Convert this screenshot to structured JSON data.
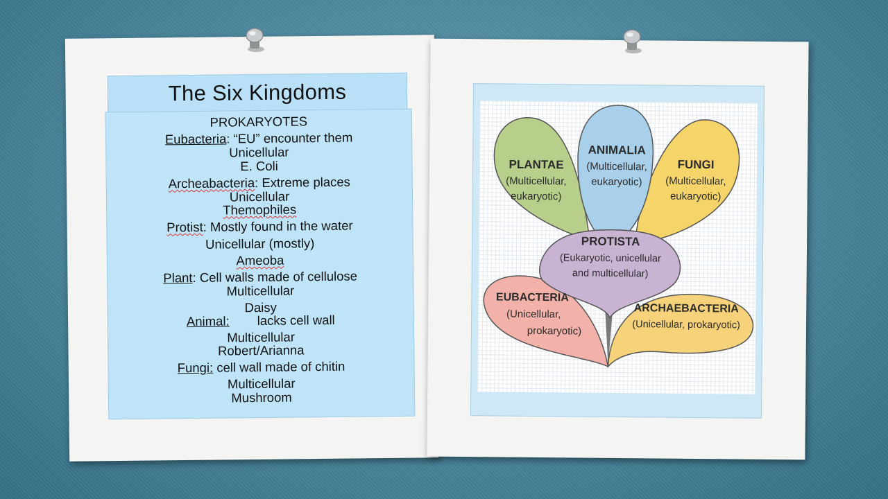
{
  "title": "The Six Kingdoms",
  "lines": [
    {
      "t": "PROKARYOTES"
    },
    {
      "k": "Eubacteria",
      "r": ": “EU” encounter them"
    },
    {
      "t": "Unicellular"
    },
    {
      "t": "E. Coli"
    },
    {
      "k": "Archeabacteria",
      "r": ": Extreme places"
    },
    {
      "t": "Unicellular"
    },
    {
      "t": "Themophiles"
    },
    {
      "k": "Protist",
      "r": ": Mostly found in the water"
    },
    {
      "t": "Unicellular (mostly)"
    },
    {
      "t": "Ameoba"
    },
    {
      "k": "Plant",
      "r": ": Cell walls made of cellulose"
    },
    {
      "t": "Multicellular"
    },
    {
      "t": "Daisy"
    },
    {
      "k": "Animal:",
      "r": "lacks cell wall"
    },
    {
      "t": "Multicellular"
    },
    {
      "t": "Robert/Arianna"
    },
    {
      "k": "Fungi:",
      "r": " cell wall made of chitin"
    },
    {
      "t": "Multicellular"
    },
    {
      "t": "Mushroom"
    }
  ],
  "diagram": {
    "petals": [
      {
        "name": "PLANTAE",
        "l1": "(Multicellular,",
        "l2": "eukaryotic)",
        "color": "#b7cf8a"
      },
      {
        "name": "ANIMALIA",
        "l1": "(Multicellular,",
        "l2": "eukaryotic)",
        "color": "#a9d0ea"
      },
      {
        "name": "FUNGI",
        "l1": "(Multicellular,",
        "l2": "eukaryotic)",
        "color": "#f5d56a"
      },
      {
        "name": "PROTISTA",
        "l1": "(Eukaryotic, unicellular",
        "l2": "and multicellular)",
        "color": "#c9b3d3"
      },
      {
        "name": "EUBACTERIA",
        "l1": "(Unicellular,",
        "l2": "prokaryotic)",
        "color": "#f2b2a9"
      },
      {
        "name": "ARCHAEBACTERIA",
        "l1": "(Unicellular, prokaryotic)",
        "l2": "",
        "color": "#f6d37a"
      }
    ]
  }
}
